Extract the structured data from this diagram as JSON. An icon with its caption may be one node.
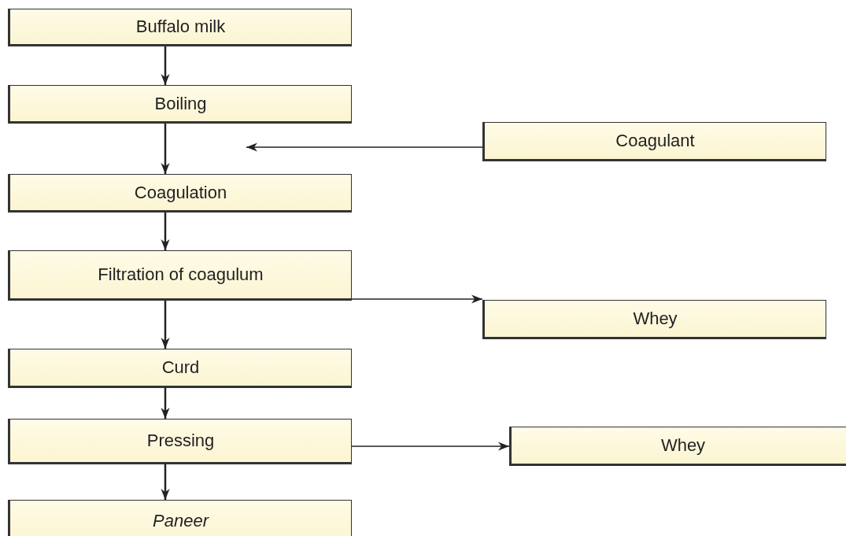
{
  "diagram": {
    "nodes": [
      {
        "text": [
          "Buffalo milk"
        ]
      },
      {
        "text": [
          "Boiling"
        ]
      },
      {
        "text": [
          "Coagulation"
        ]
      },
      {
        "text": [
          "Filtration of coagulum"
        ]
      },
      {
        "text": [
          "Curd"
        ]
      },
      {
        "text": [
          "Pressing"
        ]
      },
      {
        "text": [
          "Paneer"
        ]
      },
      {
        "text": [
          "Coagulant"
        ]
      },
      {
        "text": [
          "Whey"
        ]
      },
      {
        "text": [
          "Whey"
        ]
      }
    ],
    "edges": [
      {
        "from": 0,
        "to": 1,
        "arrow": "to"
      },
      {
        "from": 1,
        "to": 2,
        "arrow": "to"
      },
      {
        "from": 7,
        "to": null,
        "arrow": "to"
      },
      {
        "from": 2,
        "to": 3,
        "arrow": "to"
      },
      {
        "from": 3,
        "to": 8,
        "arrow": "to"
      },
      {
        "from": 3,
        "to": 4,
        "arrow": "to"
      },
      {
        "from": 4,
        "to": 5,
        "arrow": "to"
      },
      {
        "from": 5,
        "to": 9,
        "arrow": "to"
      },
      {
        "from": 5,
        "to": 6,
        "arrow": "to"
      }
    ]
  }
}
